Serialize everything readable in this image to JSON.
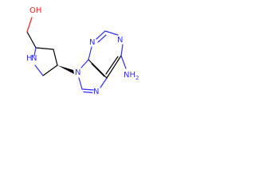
{
  "molecule": {
    "atoms": {
      "hydroxyl": "OH",
      "pyrrolidine_n": "N",
      "pyrrolidine_h": "H",
      "n9": "N",
      "n7": "N",
      "n3": "N",
      "n1": "N",
      "amino": "NH",
      "amino_sub": "2"
    }
  },
  "colors": {
    "carbon": "#000000",
    "nitrogen": "#2f2fff",
    "oxygen": "#ff1a1a",
    "background": "#ffffff"
  }
}
